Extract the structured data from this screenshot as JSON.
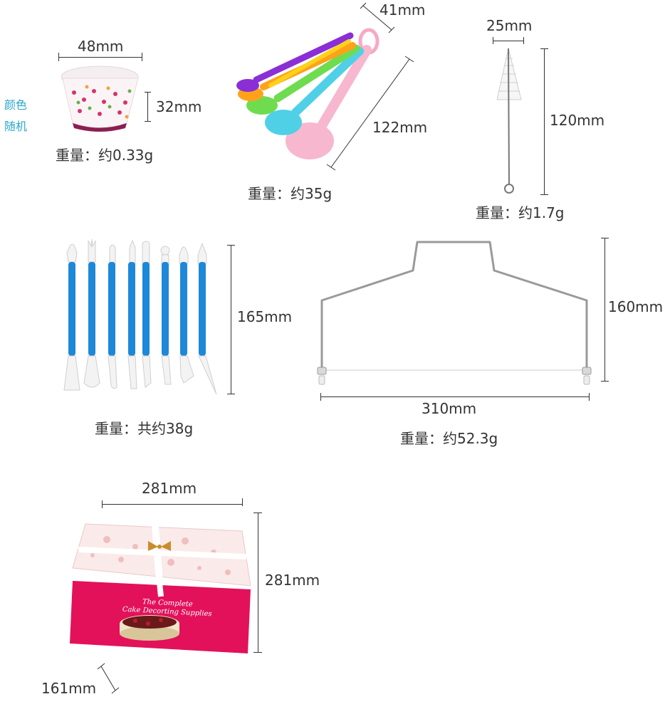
{
  "cupcake": {
    "color_note_1": "颜色",
    "color_note_2": "随机",
    "width": "48mm",
    "height": "32mm",
    "weight": "重量：约0.33g"
  },
  "spoons": {
    "width": "41mm",
    "length": "122mm",
    "weight": "重量：约35g"
  },
  "brush": {
    "width": "25mm",
    "length": "120mm",
    "weight": "重量：约1.7g"
  },
  "tools": {
    "length": "165mm",
    "weight": "重量：共约38g"
  },
  "cutter": {
    "height": "160mm",
    "width": "310mm",
    "weight": "重量：约52.3g"
  },
  "box": {
    "width": "281mm",
    "height": "281mm",
    "depth": "161mm",
    "title_line1": "The Complete",
    "title_line2": "Cake Decorting Supplies"
  },
  "colors": {
    "accent_text": "#2aa7c9",
    "box_pink": "#e2115a",
    "tool_blue": "#1e88d8"
  }
}
